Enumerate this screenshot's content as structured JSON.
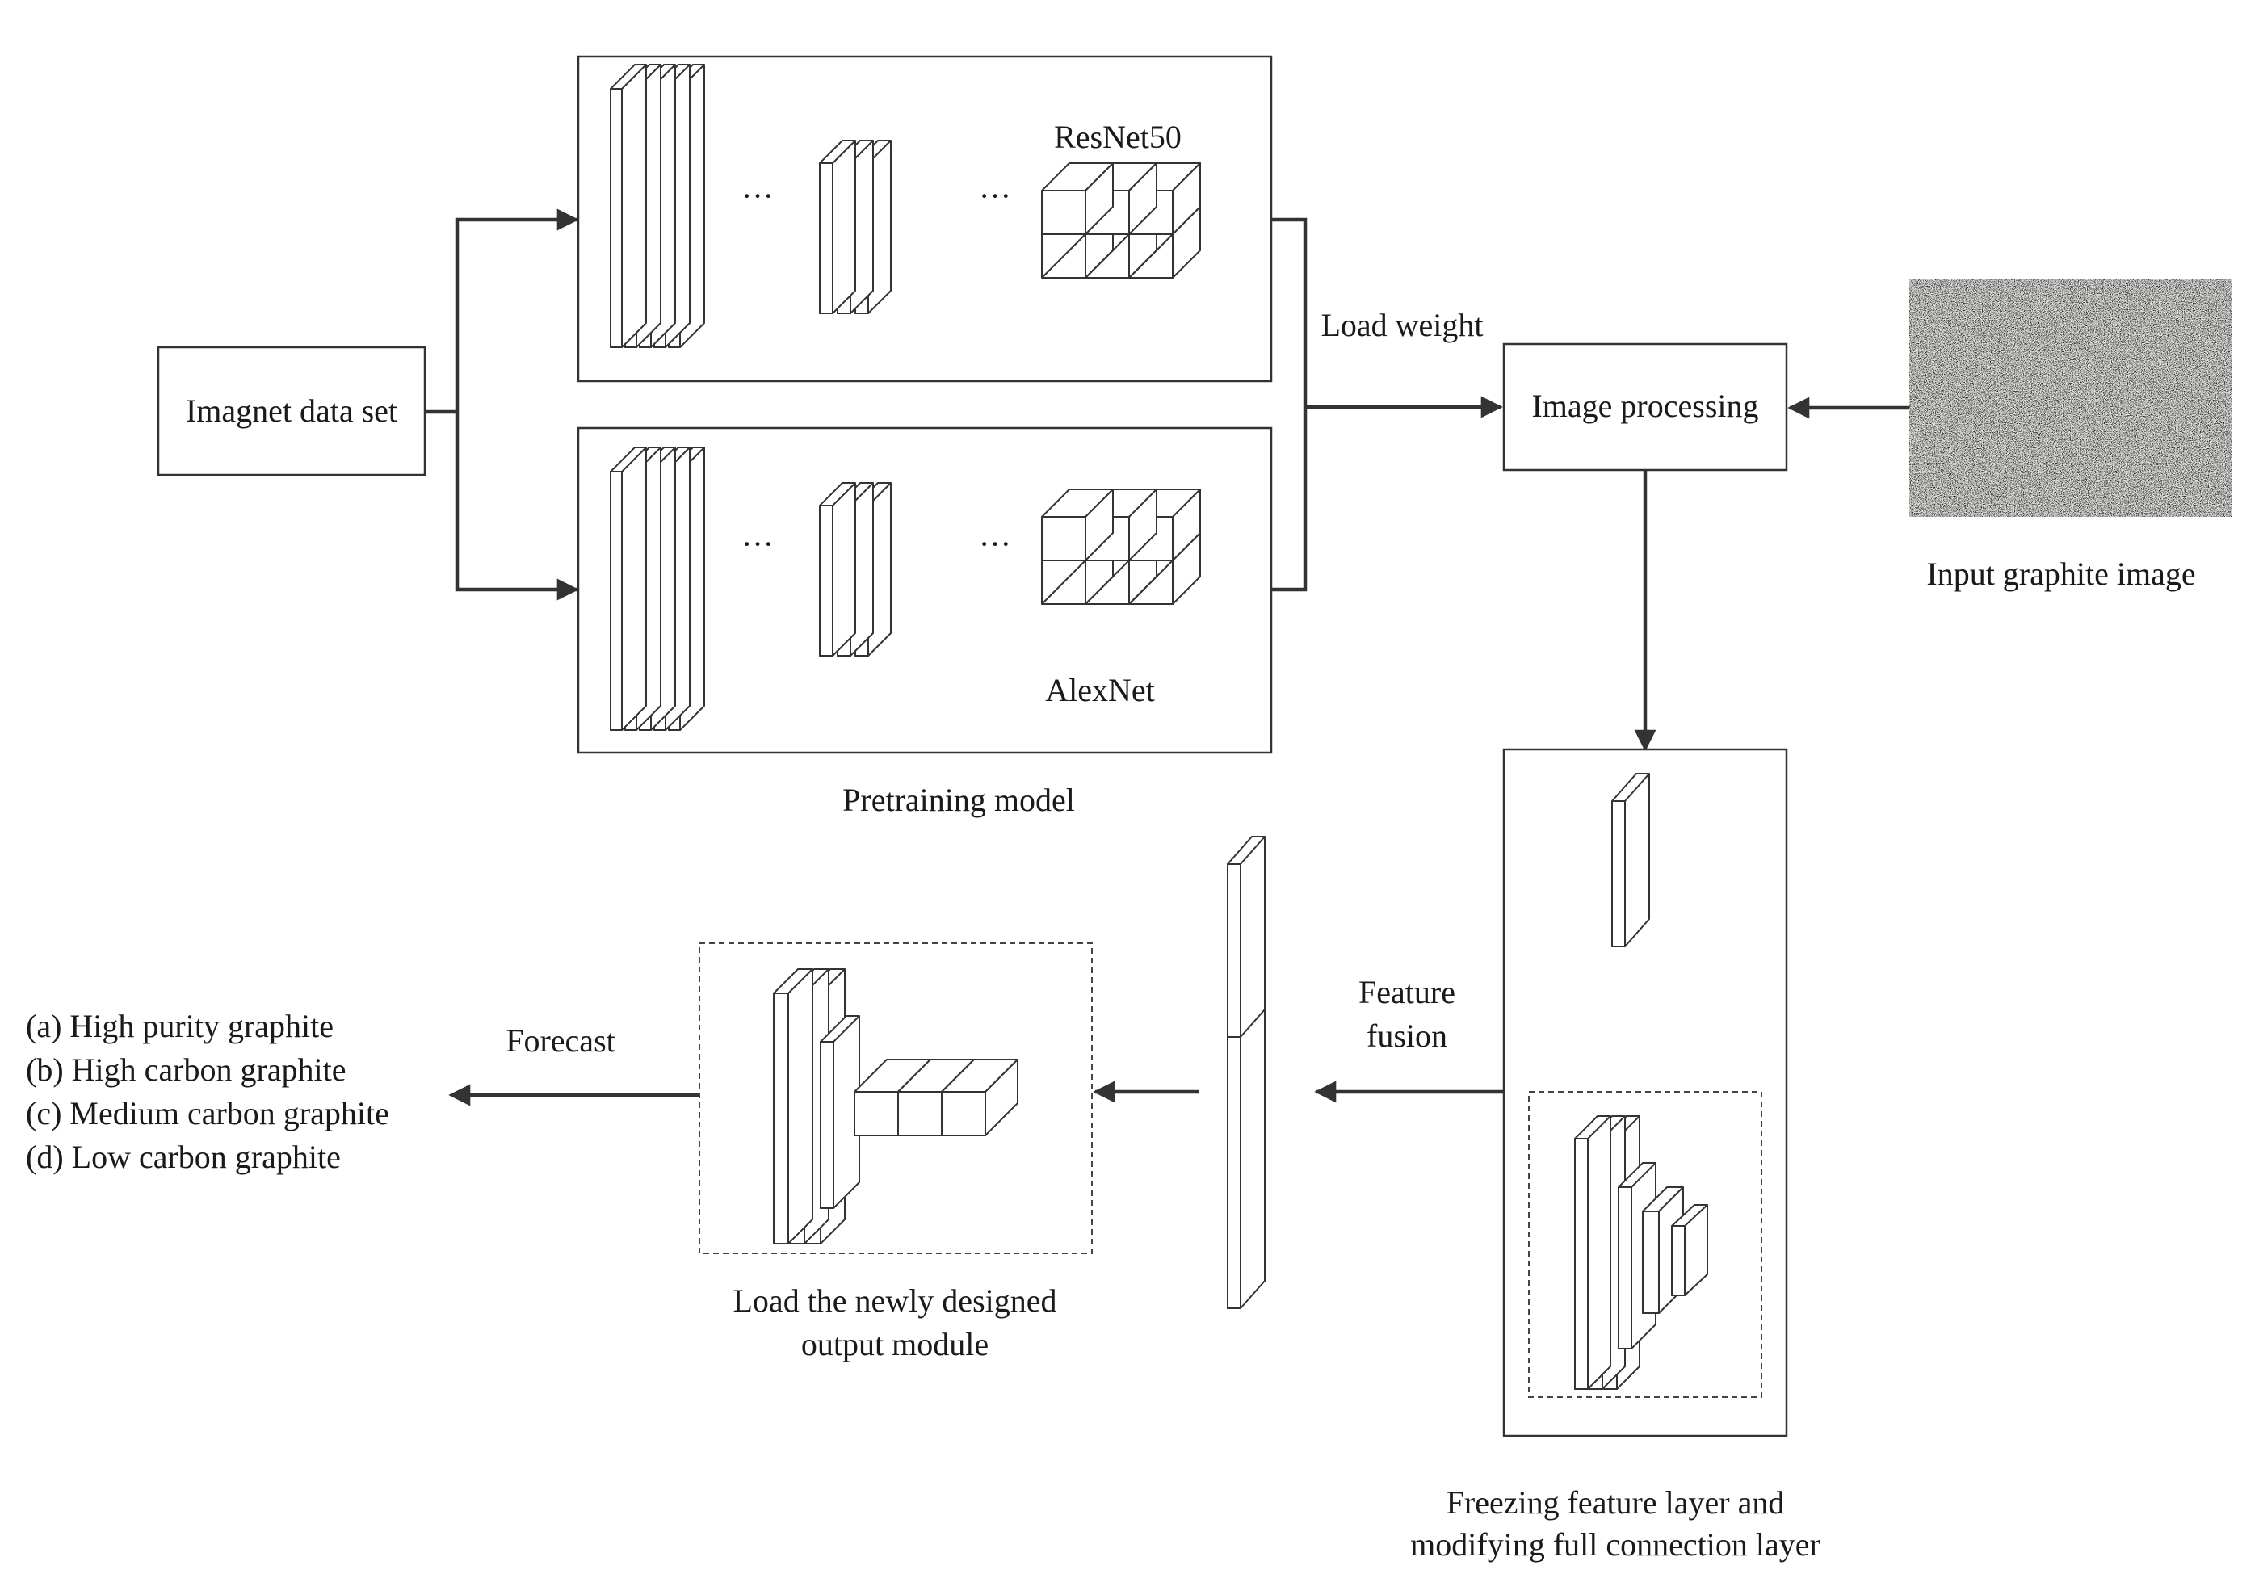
{
  "nodes": {
    "dataset": "Imagnet data set",
    "resnet": "ResNet50",
    "alexnet": "AlexNet",
    "pretraining": "Pretraining model",
    "load_weight": "Load weight",
    "image_processing": "Image processing",
    "input_image": "Input graphite image",
    "feature_fusion_1": "Feature",
    "feature_fusion_2": "fusion",
    "freezing_1": "Freezing feature layer and",
    "freezing_2": "modifying full connection layer",
    "output_module_1": "Load the newly designed",
    "output_module_2": "output module",
    "forecast": "Forecast"
  },
  "ellipsis": "···",
  "classes": [
    "(a) High purity graphite",
    "(b) High carbon graphite",
    "(c) Medium carbon graphite",
    "(d) Low carbon graphite"
  ]
}
